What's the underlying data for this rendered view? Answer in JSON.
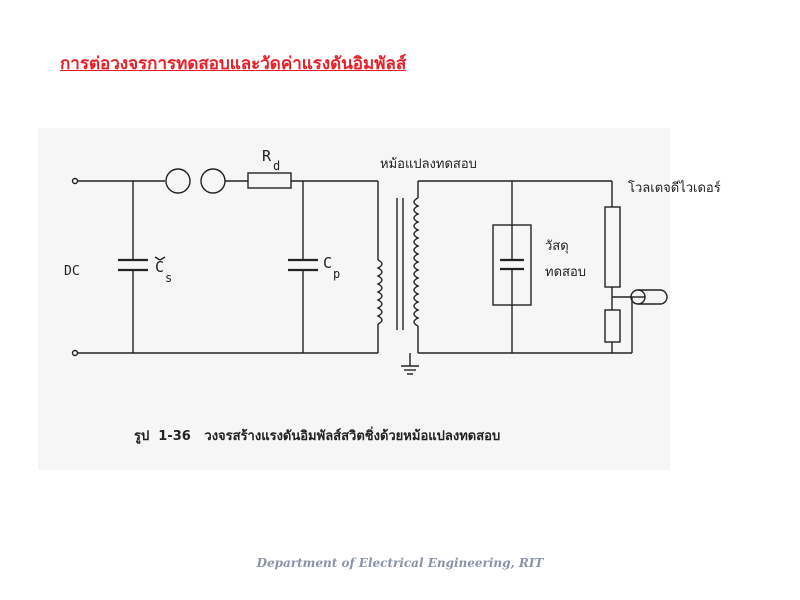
{
  "slide": {
    "title": "การต่อวงจรการทดสอบและวัดค่าแรงดันอิมพัลส์",
    "footer": "Department of Electrical Engineering, RIT"
  },
  "diagram": {
    "source_label": "DC",
    "capacitor_s": {
      "symbol": "C",
      "subscript": "s"
    },
    "capacitor_p": {
      "symbol": "C",
      "subscript": "p"
    },
    "resistor_d": {
      "symbol": "R",
      "subscript": "d"
    },
    "transformer_label": "หม้อแปลงทดสอบ",
    "test_object_label_1": "วัสดุ",
    "test_object_label_2": "ทดสอบ",
    "divider_label": "โวลเตจดีไวเดอร์",
    "caption": "รูป  1-36   วงจรสร้างแรงดันอิมพัลส์สวิตชิ่งด้วยหม้อแปลงทดสอบ"
  }
}
